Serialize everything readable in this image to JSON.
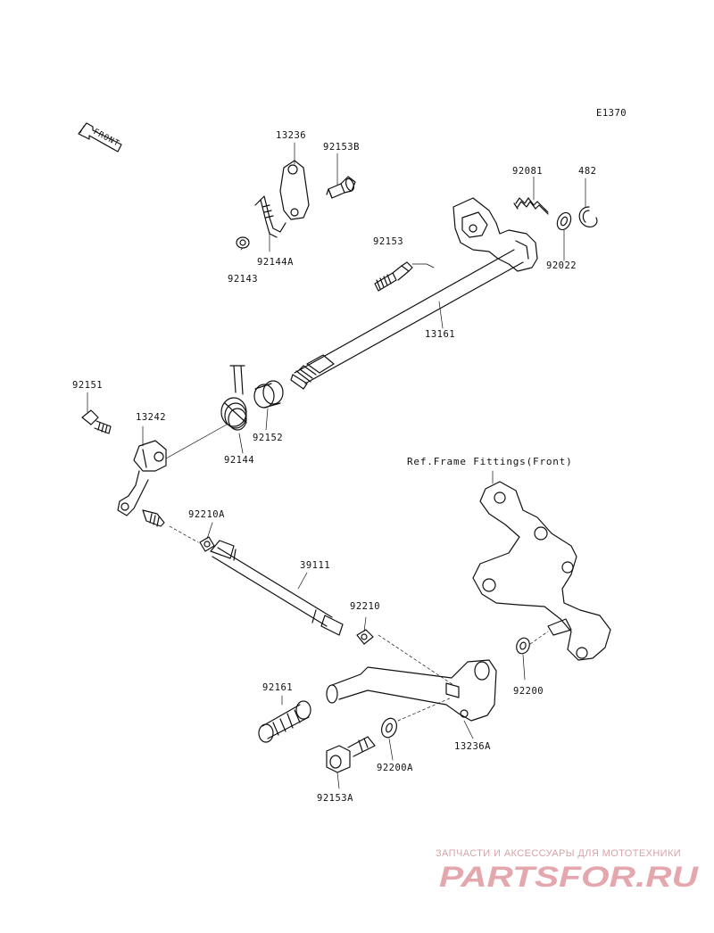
{
  "diagram_code": "E1370",
  "front_label": "FRONT",
  "ref_label": "Ref.Frame Fittings(Front)",
  "parts": [
    {
      "id": "13236",
      "label": "13236"
    },
    {
      "id": "92153B",
      "label": "92153B"
    },
    {
      "id": "92144A",
      "label": "92144A"
    },
    {
      "id": "92143",
      "label": "92143"
    },
    {
      "id": "92081",
      "label": "92081"
    },
    {
      "id": "482",
      "label": "482"
    },
    {
      "id": "92153",
      "label": "92153"
    },
    {
      "id": "92022",
      "label": "92022"
    },
    {
      "id": "13161",
      "label": "13161"
    },
    {
      "id": "92151",
      "label": "92151"
    },
    {
      "id": "13242",
      "label": "13242"
    },
    {
      "id": "92152",
      "label": "92152"
    },
    {
      "id": "92144",
      "label": "92144"
    },
    {
      "id": "92210A",
      "label": "92210A"
    },
    {
      "id": "39111",
      "label": "39111"
    },
    {
      "id": "92210",
      "label": "92210"
    },
    {
      "id": "92161",
      "label": "92161"
    },
    {
      "id": "92200",
      "label": "92200"
    },
    {
      "id": "13236A",
      "label": "13236A"
    },
    {
      "id": "92200A",
      "label": "92200A"
    },
    {
      "id": "92153A",
      "label": "92153A"
    }
  ],
  "watermark": {
    "tagline": "ЗАПЧАСТИ И АКСЕССУАРЫ ДЛЯ МОТОТЕХНИКИ",
    "logo": "PARTSFOR.RU",
    "color": "#e0a0a6"
  }
}
